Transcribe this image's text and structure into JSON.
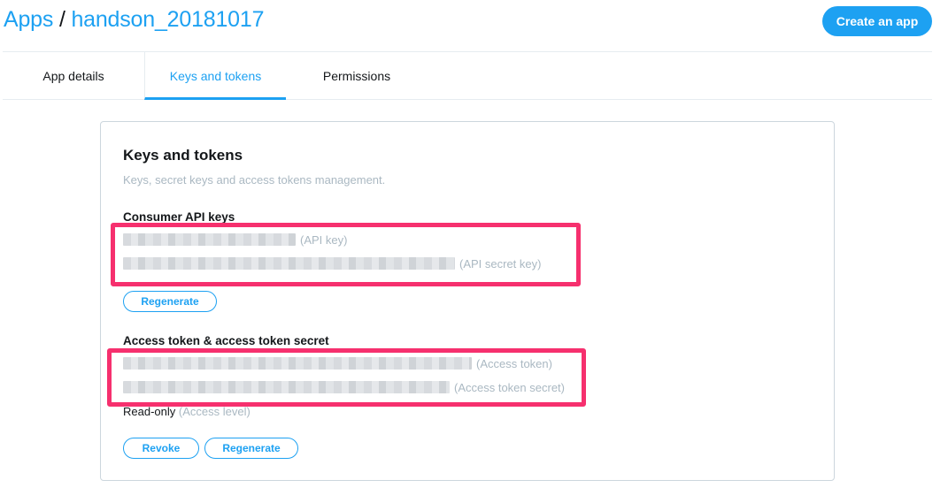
{
  "header": {
    "breadcrumb_root": "Apps",
    "breadcrumb_sep": "/",
    "app_name": "handson_20181017",
    "create_button": "Create an app"
  },
  "tabs": [
    {
      "label": "App details",
      "active": false
    },
    {
      "label": "Keys and tokens",
      "active": true
    },
    {
      "label": "Permissions",
      "active": false
    }
  ],
  "card": {
    "title": "Keys and tokens",
    "subtitle": "Keys, secret keys and access tokens management.",
    "consumer": {
      "title": "Consumer API keys",
      "api_key_label": "(API key)",
      "api_secret_label": "(API secret key)",
      "regenerate": "Regenerate"
    },
    "access": {
      "title": "Access token & access token secret",
      "token_label": "(Access token)",
      "secret_label": "(Access token secret)",
      "level_value": "Read-only",
      "level_label": "(Access level)",
      "revoke": "Revoke",
      "regenerate": "Regenerate"
    }
  },
  "colors": {
    "accent": "#1da1f2",
    "highlight": "#f6306e",
    "muted": "#aab8c2"
  }
}
